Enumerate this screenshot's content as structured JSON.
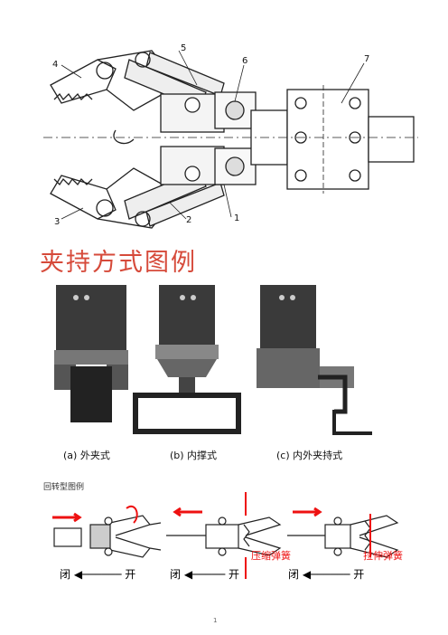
{
  "figure_numbers": [
    "1",
    "2",
    "3",
    "4",
    "5",
    "6",
    "7"
  ],
  "section_title": "夹持方式图例",
  "photo_captions": {
    "a": "(a) 外夹式",
    "b": "(b) 内撑式",
    "c": "(c) 内外夹持式"
  },
  "subsection_title": "回转型图例",
  "spring_labels": {
    "compression": "压缩弹簧",
    "tension": "拉伸弹簧"
  },
  "open_close": [
    {
      "close": "闭",
      "open": "开"
    },
    {
      "close": "闭",
      "open": "开"
    },
    {
      "close": "闭",
      "open": "开"
    }
  ],
  "page_number": "1",
  "colors": {
    "title": "#d64a3a",
    "arrow": "#e11111",
    "ink": "#111111"
  }
}
